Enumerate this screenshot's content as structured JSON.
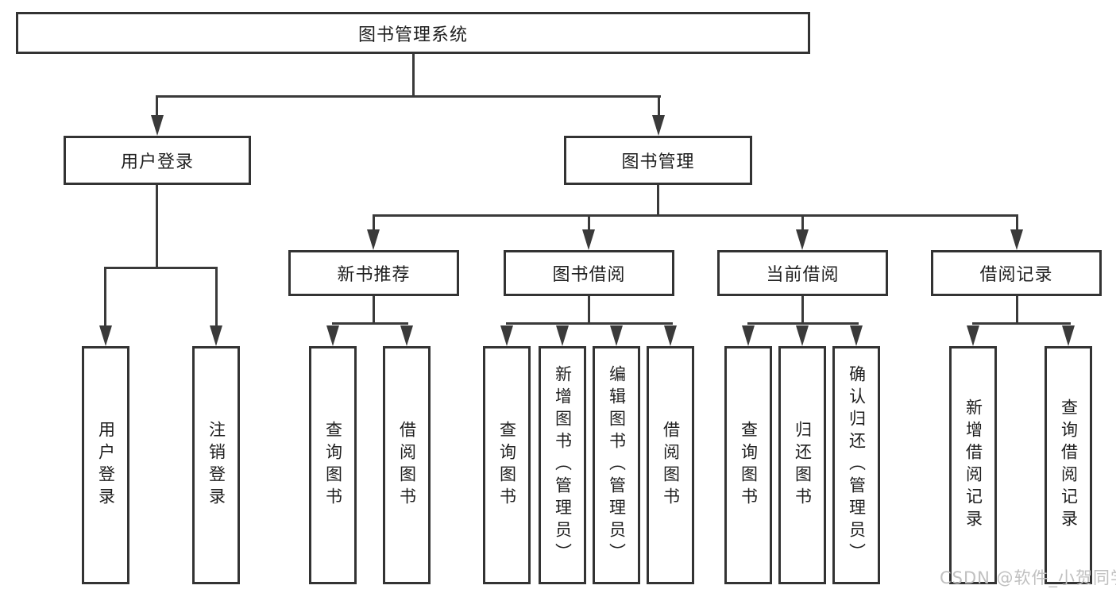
{
  "diagram": {
    "root": {
      "label": "图书管理系统"
    },
    "level2": [
      {
        "id": "user-login",
        "label": "用户登录"
      },
      {
        "id": "book-management",
        "label": "图书管理"
      }
    ],
    "level3": [
      {
        "id": "new-book-recommendation",
        "label": "新书推荐"
      },
      {
        "id": "book-borrowing",
        "label": "图书借阅"
      },
      {
        "id": "current-borrowing",
        "label": "当前借阅"
      },
      {
        "id": "borrowing-records",
        "label": "借阅记录"
      }
    ],
    "leaves": {
      "user_login": [
        {
          "label": "用户登录"
        },
        {
          "label": "注销登录"
        }
      ],
      "new_book": [
        {
          "label": "查询图书"
        },
        {
          "label": "借阅图书"
        }
      ],
      "book_borrow": [
        {
          "label": "查询图书"
        },
        {
          "label": "新增图书（管理员）"
        },
        {
          "label": "编辑图书（管理员）"
        },
        {
          "label": "借阅图书"
        }
      ],
      "current_borrow": [
        {
          "label": "查询图书"
        },
        {
          "label": "归还图书"
        },
        {
          "label": "确认归还（管理员）"
        }
      ],
      "borrow_records": [
        {
          "label": "新增借阅记录"
        },
        {
          "label": "查询借阅记录"
        }
      ]
    }
  },
  "watermark": {
    "text": "CSDN @软件_小贺同学"
  },
  "colors": {
    "background": "#ffffff",
    "box_border": "#333333",
    "connector_line": "#3a3a3a",
    "text": "#1f1f1f",
    "watermark": "#c0c0c0"
  }
}
